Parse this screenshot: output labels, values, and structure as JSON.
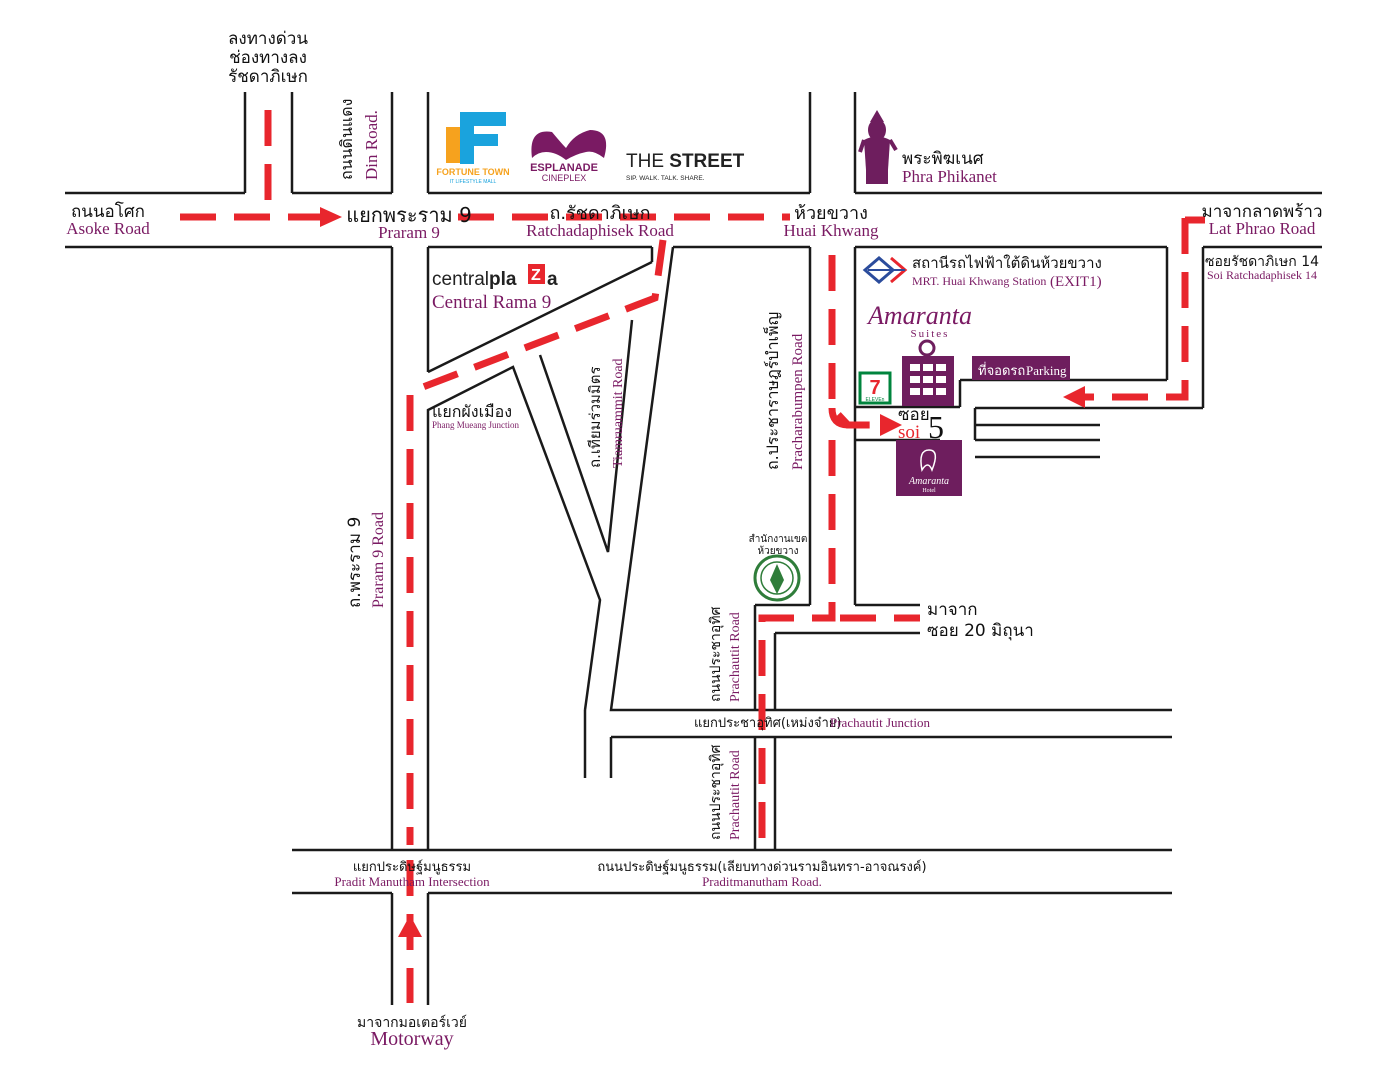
{
  "colors": {
    "route": "#e8262d",
    "road": "#1a1a1a",
    "brand": "#6e1e5e",
    "english_label": "#7a1a63",
    "fortune_blue": "#1aa3dd",
    "fortune_orange": "#f6a21e",
    "central_red": "#e8262d",
    "seven_green": "#00843d",
    "seal_green": "#2f7d3a"
  },
  "labels": {
    "expressway_exit": [
      "ลงทางด่วน",
      "ช่องทางลง",
      "รัชดาภิเษก"
    ],
    "din_daeng": {
      "th": "ถนนดินแดง",
      "en": "Din Road."
    },
    "asoke": {
      "th": "ถนนอโศก",
      "en": "Asoke Road"
    },
    "praram9_junction": {
      "th": "แยกพระราม 9",
      "en": "Praram 9"
    },
    "ratchadaphisek": {
      "th": "ถ.รัชดาภิเษก",
      "en": "Ratchadaphisek Road"
    },
    "huai_khwang": {
      "th": "ห้วยขวาง",
      "en": "Huai Khwang"
    },
    "lat_phrao": {
      "th": "มาจากลาดพร้าว",
      "en": "Lat Phrao Road"
    },
    "soi_ratchada14": {
      "th": "ซอยรัชดาภิเษก 14",
      "en": "Soi Ratchadaphisek 14"
    },
    "phra_phikanet": {
      "th": "พระพิฆเนศ",
      "en": "Phra Phikanet"
    },
    "mrt": {
      "th": "สถานีรถไฟฟ้าใต้ดินห้วยขวาง",
      "en": "MRT. Huai Khwang Station",
      "exit": "(EXIT1)"
    },
    "central_rama9": {
      "en": "Central Rama 9"
    },
    "phang_mueang": {
      "th": "แยกผังเมือง",
      "en": "Phang Mueang Junction"
    },
    "tiamruammit": {
      "th": "ถ.เทียมร่วมมิตร",
      "en": "Tiamruammit Road"
    },
    "pracharat": {
      "th": "ถ.ประชาราษฎร์บำเพ็ญ",
      "en": "Pracharabumpen Road"
    },
    "parking": {
      "th": "ที่จอดรถ",
      "en": "Parking"
    },
    "soi5": {
      "th": "ซอย",
      "en": "soi",
      "num": "5"
    },
    "district_office": [
      "สำนักงานเขต",
      "ห้วยขวาง"
    ],
    "from_soi20": [
      "มาจาก",
      "ซอย 20 มิถุนา"
    ],
    "praram9_road": {
      "th": "ถ.พระราม 9",
      "en": "Praram 9 Road"
    },
    "prachautit_upper": {
      "th": "ถนนประชาอุทิศ",
      "en": "Prachautit Road"
    },
    "prachautit_lower": {
      "th": "ถนนประชาอุทิศ",
      "en": "Prachautit Road"
    },
    "prachautit_junction": {
      "th": "แยกประชาอุทิศ(เหม่งจ๋าย)",
      "en": "Prachautit Junction"
    },
    "pradit_intersection": {
      "th": "แยกประดิษฐ์มนูธรรม",
      "en": "Pradit Manutham Intersection"
    },
    "pradit_road": {
      "th": "ถนนประดิษฐ์มนูธรรม(เลียบทางด่วนรามอินทรา-อาจณรงค์)",
      "en": "Praditmanutham Road."
    },
    "motorway": {
      "th": "มาจากมอเตอร์เวย์",
      "en": "Motorway"
    }
  },
  "logos": {
    "fortune_town": {
      "name": "FORTUNE TOWN",
      "tag": "IT LIFESTYLE MALL",
      "icon": "fortune-f-logo"
    },
    "esplanade": {
      "name": "ESPLANADE",
      "sub": "CINEPLEX",
      "icon": "esplanade-logo"
    },
    "the_street": {
      "a": "THE ",
      "b": "STREET",
      "tag": "SIP. WALK. TALK. SHARE."
    },
    "central_plaza": {
      "a": "central",
      "b": "pla",
      "c": "Z",
      "d": "a"
    },
    "amaranta_suites": {
      "name": "Amaranta",
      "sub": "Suites"
    },
    "amaranta_hotel": {
      "name": "Amaranta",
      "sub": "Hotel"
    },
    "seven_eleven": {
      "digit": "7",
      "text": "ELEVEn"
    }
  }
}
